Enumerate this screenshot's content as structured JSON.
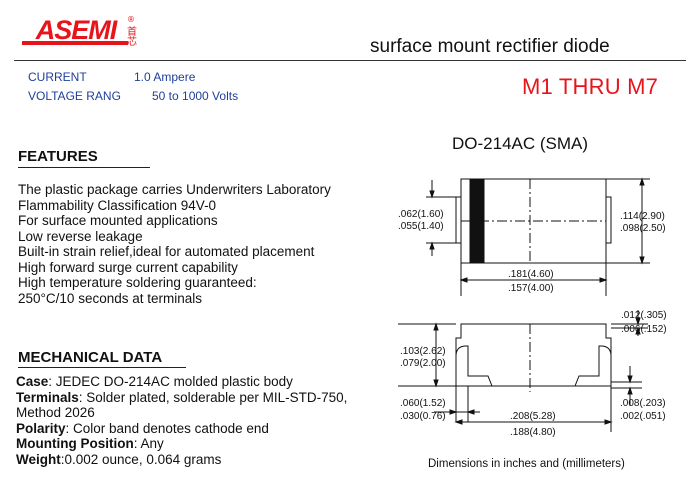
{
  "header": {
    "brand": "ASEMI",
    "brand_chinese": "首芯",
    "brand_mark": "®",
    "doc_title": "surface mount rectifier diode",
    "part_range": "M1 THRU M7",
    "red": "#e8141c",
    "blue": "#1f3f9a"
  },
  "specs": {
    "current_label": "CURRENT",
    "current_value": "1.0  Ampere",
    "voltage_label": "VOLTAGE RANG",
    "voltage_value": "50  to 1000  Volts"
  },
  "features": {
    "heading": "FEATURES",
    "items": [
      "The plastic package carries Underwriters Laboratory",
      "Flammability Classification 94V-0",
      "For surface mounted applications",
      "Low reverse leakage",
      "Built-in strain relief,ideal for automated placement",
      "High forward surge current capability",
      "High temperature soldering guaranteed:",
      "250°C/10 seconds at terminals"
    ]
  },
  "mechanical": {
    "heading": "MECHANICAL DATA",
    "case_label": "Case",
    "case_value": ": JEDEC DO-214AC molded plastic body",
    "terminals_label": "Terminals",
    "terminals_value": ": Solder plated, solderable per MIL-STD-750,",
    "terminals_value2": "Method 2026",
    "polarity_label": "Polarity",
    "polarity_value": ": Color band denotes cathode end",
    "mounting_label": "Mounting Position",
    "mounting_value": ": Any",
    "weight_label": "Weight",
    "weight_value": ":0.002 ounce, 0.064 grams"
  },
  "package": {
    "name": "DO-214AC (SMA)",
    "top_view": {
      "lead_width_max": ".062(1.60)",
      "lead_width_min": ".055(1.40)",
      "body_width_max": ".114(2.90)",
      "body_width_min": ".098(2.50)",
      "body_length_max": ".181(4.60)",
      "body_length_min": ".157(4.00)"
    },
    "side_view": {
      "lead_thick_max": ".012(.305)",
      "lead_thick_min": ".006(.152)",
      "height_max": ".103(2.62)",
      "height_min": ".079(2.00)",
      "foot_max": ".060(1.52)",
      "foot_min": ".030(0.76)",
      "overall_max": ".208(5.28)",
      "overall_min": ".188(4.80)",
      "standoff_max": ".008(.203)",
      "standoff_min": ".002(.051)"
    },
    "note": "Dimensions in inches and (millimeters)"
  }
}
